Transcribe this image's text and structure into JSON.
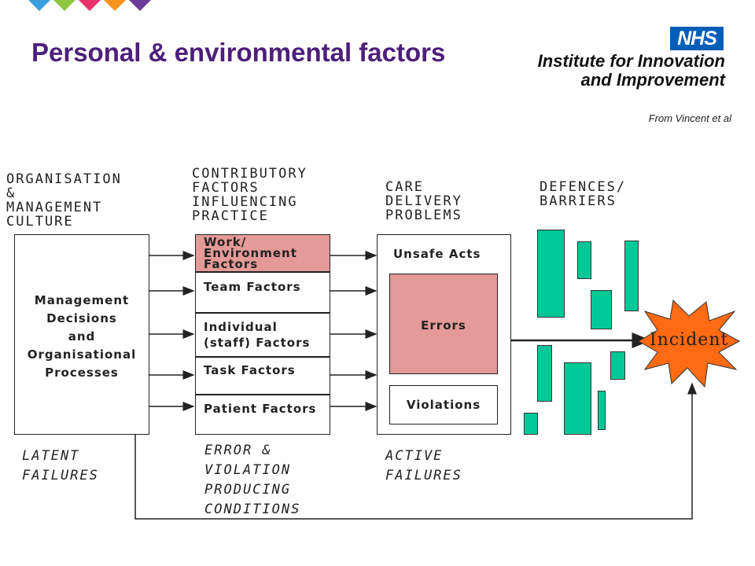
{
  "title": "Personal & environmental factors",
  "logo": {
    "badge": "NHS",
    "line1": "Institute for Innovation",
    "line2": "and Improvement"
  },
  "credit": "From Vincent et al",
  "colors": {
    "title": "#4b1f7a",
    "nhs_blue": "#005eb8",
    "highlight": "#e39a99",
    "barrier": "#00c896",
    "incident": "#ff6a13",
    "stripe": [
      "#3a9fe0",
      "#8dc63f",
      "#e8336d",
      "#f7941d",
      "#6a3d9a"
    ]
  },
  "columns": {
    "org": [
      "ORGANISATION",
      "&",
      "MANAGEMENT",
      "CULTURE"
    ],
    "contrib": [
      "CONTRIBUTORY",
      "FACTORS",
      "INFLUENCING",
      "PRACTICE"
    ],
    "care": [
      "CARE",
      "DELIVERY",
      "PROBLEMS"
    ],
    "defences": [
      "DEFENCES/",
      "BARRIERS"
    ]
  },
  "management": [
    "Management",
    "Decisions",
    "and",
    "Organisational",
    "Processes"
  ],
  "factors": {
    "work": [
      "Work/",
      "Environment",
      "Factors"
    ],
    "team": "Team Factors",
    "individual": [
      "Individual",
      "(staff) Factors"
    ],
    "task": "Task Factors",
    "patient": "Patient Factors"
  },
  "care": {
    "unsafe": "Unsafe Acts",
    "errors": "Errors",
    "violations": "Violations"
  },
  "incident": "Incident",
  "footers": {
    "latent": [
      "LATENT",
      "FAILURES"
    ],
    "error": [
      "ERROR &",
      "VIOLATION",
      "PRODUCING",
      "CONDITIONS"
    ],
    "active": [
      "ACTIVE",
      "FAILURES"
    ]
  }
}
